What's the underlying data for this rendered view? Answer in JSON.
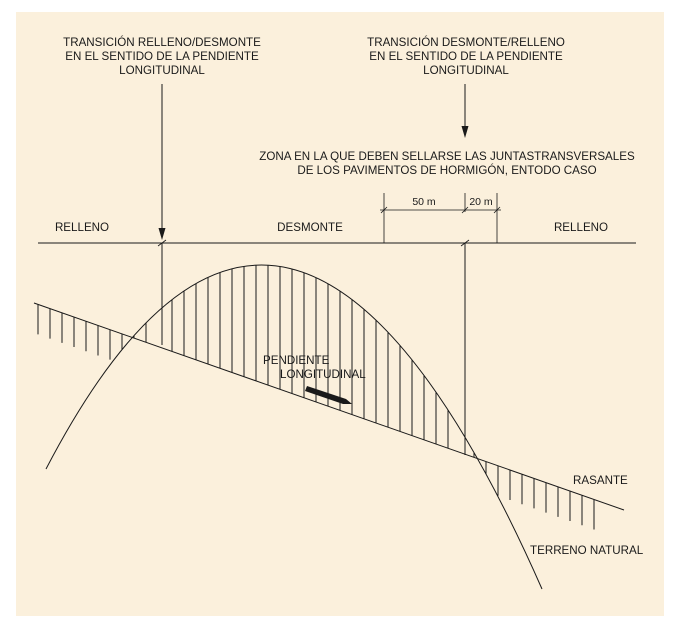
{
  "annotations": {
    "transition_fill_cut": [
      "TRANSICIÓN RELLENO/DESMONTE",
      "EN EL SENTIDO DE LA PENDIENTE",
      "LONGITUDINAL"
    ],
    "transition_cut_fill": [
      "TRANSICIÓN DESMONTE/RELLENO",
      "EN EL SENTIDO DE LA PENDIENTE",
      "LONGITUDINAL"
    ],
    "sealing_zone": [
      "ZONA EN LA QUE DEBEN SELLARSE LAS JUNTASTRANSVERSALES",
      "DE LOS PAVIMENTOS DE HORMIGÓN, ENTODO CASO"
    ]
  },
  "zones": {
    "left": "RELLENO",
    "middle": "DESMONTE",
    "right": "RELLENO"
  },
  "dimensions": {
    "before": "50 m",
    "after": "20 m"
  },
  "slope_label": [
    "PENDIENTE",
    "LONGITUDINAL"
  ],
  "lines": {
    "grade": "RASANTE",
    "ground": "TERRENO NATURAL"
  },
  "colors": {
    "panel": "#fbf0dc",
    "ink": "#1a1a1a"
  }
}
